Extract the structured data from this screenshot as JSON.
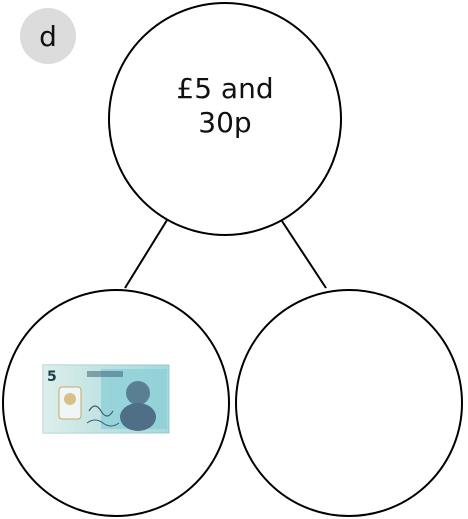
{
  "label": "d",
  "whole": {
    "line1": "£5 and",
    "line2": "30p"
  },
  "parts": [
    {
      "content": "five-pound-note",
      "note_value": "5"
    },
    {
      "content": ""
    }
  ],
  "colors": {
    "line": "#000000",
    "badge": "#dcdcdc",
    "note_main": "#9fd6da",
    "note_accent": "#2f8fb0"
  }
}
